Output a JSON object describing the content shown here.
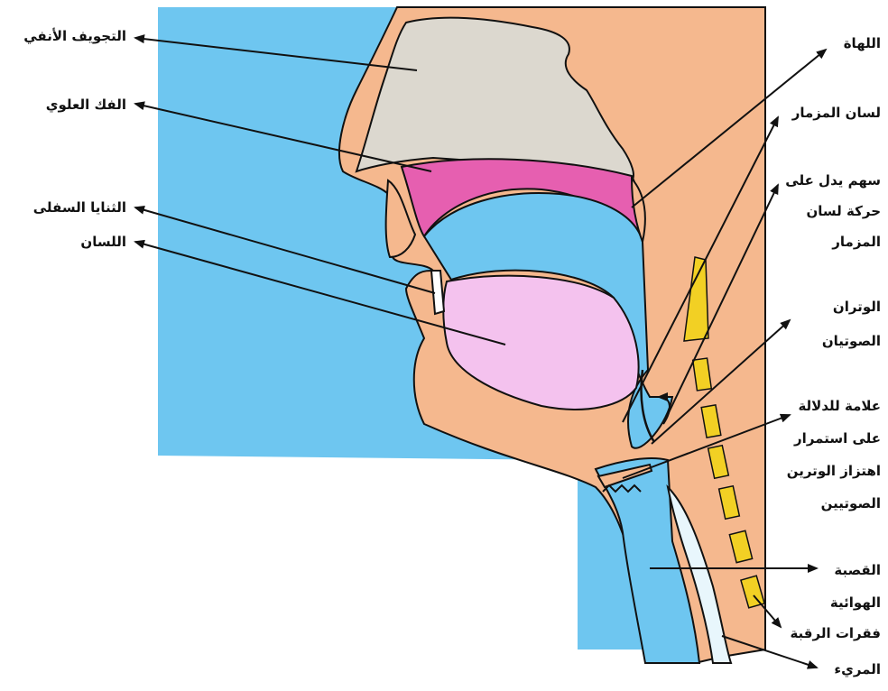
{
  "colors": {
    "background_blue": "#6ec6f0",
    "skin": "#f5b88e",
    "nasal_gray": "#dcd8cf",
    "palate_pink": "#e65fb0",
    "tongue_pink": "#f4c2ee",
    "vertebra_yellow": "#f2d024",
    "outline": "#111111",
    "page": "#ffffff"
  },
  "labels_left": {
    "nasal_cavity": "التجويف الأنفي",
    "hard_palate": "الفك العلوي",
    "lower_incisors": "الثنايا السفلى",
    "tongue": "اللسان"
  },
  "labels_right": {
    "uvula": "اللهاة",
    "epiglottis": "لسان المزمار",
    "epiglottis_motion_1": "سهم يدل على",
    "epiglottis_motion_2": "حركة لسان",
    "epiglottis_motion_3": "المزمار",
    "vocal_cords_1": "الوتران",
    "vocal_cords_2": "الصوتيان",
    "vibration_1": "علامة للدلالة",
    "vibration_2": "على استمرار",
    "vibration_3": "اهتزاز الوترين",
    "vibration_4": "الصوتيين",
    "trachea_1": "القصبة",
    "trachea_2": "الهوائية",
    "neck_vertebrae": "فقرات الرقبة",
    "esophagus": "المريء"
  }
}
